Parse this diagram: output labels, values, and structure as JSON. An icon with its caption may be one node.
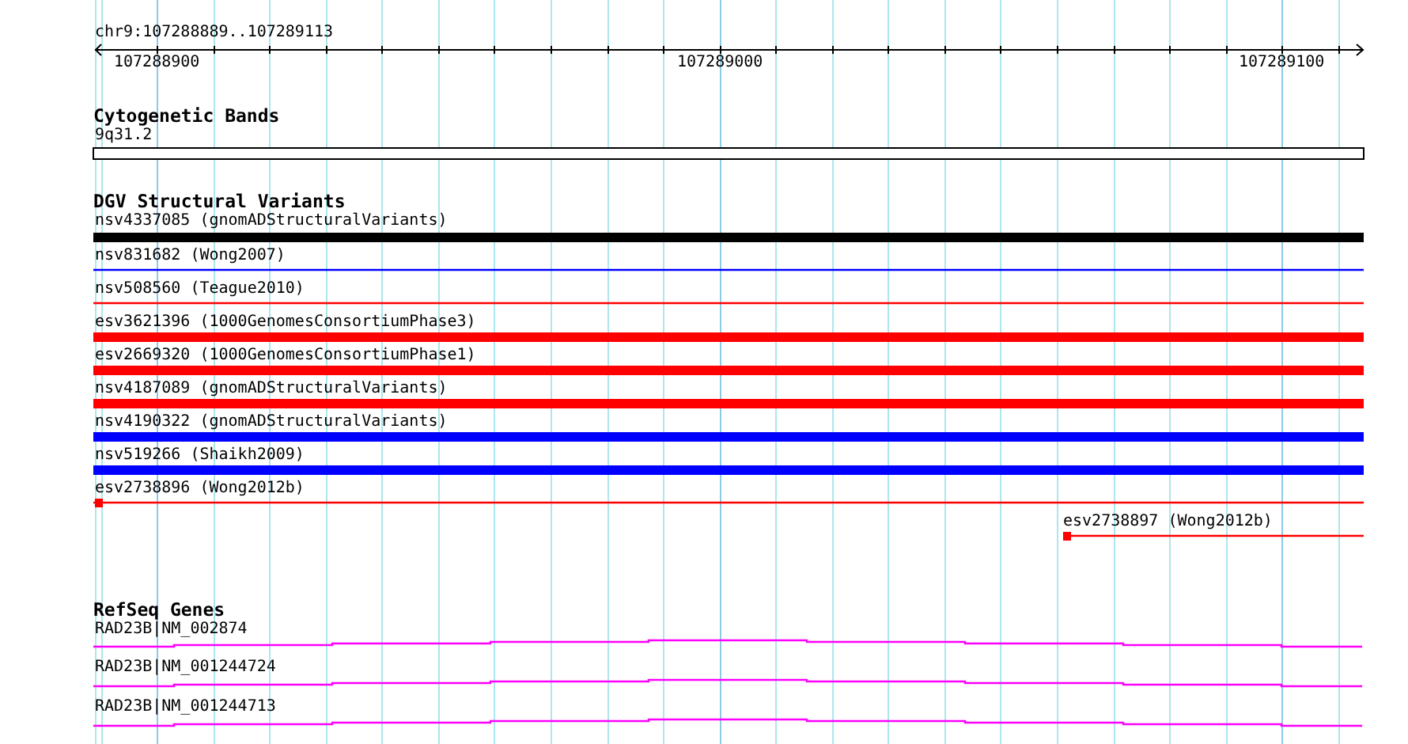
{
  "diagram": {
    "labels": [
      "chr9:107288889..107289113",
      "107288900",
      "107289000",
      "107289100",
      "Cytogenetic Bands",
      "9q31.2",
      "DGV Structural Variants",
      "nsv4337085 (gnomADStructuralVariants)",
      "nsv831682 (Wong2007)",
      "nsv508560 (Teague2010)",
      "esv3621396 (1000GenomesConsortiumPhase3)",
      "esv2669320 (1000GenomesConsortiumPhase1)",
      "nsv4187089 (gnomADStructuralVariants)",
      "nsv4190322 (gnomADStructuralVariants)",
      "nsv519266 (Shaikh2009)",
      "esv2738896 (Wong2012b)",
      "esv2738897 (Wong2012b)",
      "RefSeq Genes",
      "RAD23B|NM_002874",
      "RAD23B|NM_001244724",
      "RAD23B|NM_001244713"
    ]
  }
}
